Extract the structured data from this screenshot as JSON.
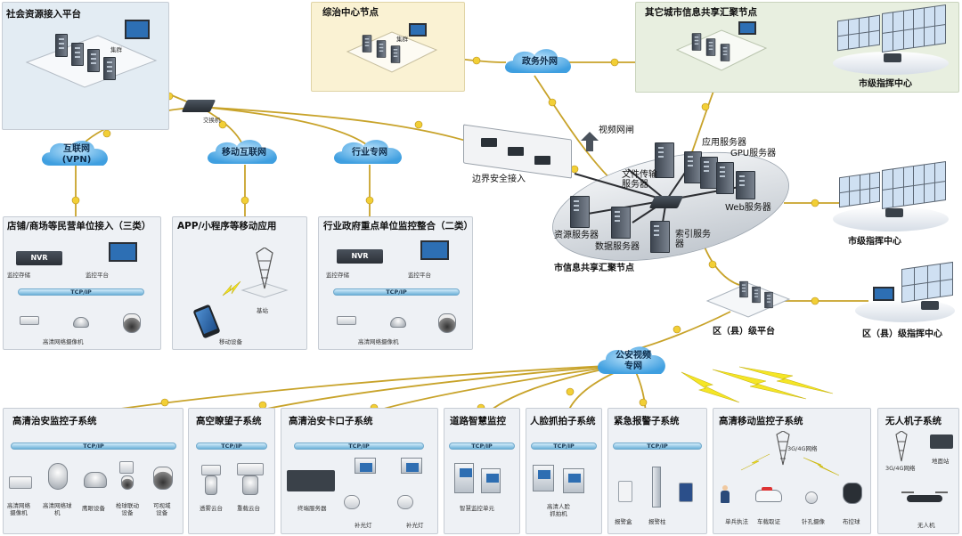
{
  "panels": {
    "social_resources": {
      "title": "社会资源接入平台",
      "switch_label": "交换机",
      "cluster_label": "集群"
    },
    "comprehensive_center": {
      "title": "综治中心节点",
      "cluster_label": "集群"
    },
    "other_city": {
      "title": "其它城市信息共享汇聚节点",
      "command_label": "市级指挥中心"
    },
    "shops": {
      "title": "店铺/商场等民营单位接入（三类）",
      "nvr_label": "NVR",
      "storage_label": "监控存储",
      "platform_label": "监控平台",
      "bus_label": "TCP/IP",
      "camera_label": "高清网络摄像机"
    },
    "app": {
      "title": "APP/小程序等移动应用",
      "station_label": "基站",
      "device_label": "移动设备"
    },
    "industry_gov": {
      "title": "行业政府重点单位监控整合（二类）",
      "nvr_label": "NVR",
      "storage_label": "监控存储",
      "platform_label": "监控平台",
      "bus_label": "TCP/IP",
      "camera_label": "高清网络摄像机"
    }
  },
  "clouds": {
    "internet": "互联网\n(VPN)",
    "mobile": "移动互联网",
    "industry": "行业专网",
    "gov_external": "政务外网",
    "police": "公安视频\n专网"
  },
  "center": {
    "border_access": "边界安全接入",
    "video_gate": "视频网闸",
    "file_server": "文件传输\n服务器",
    "app_server": "应用服务器",
    "gpu_server": "GPU服务器",
    "web_server": "Web服务器",
    "resource_server": "资源服务器",
    "data_server": "数据服务器",
    "index_server": "索引服务\n器",
    "node_label": "市信息共享汇聚节点",
    "city_command": "市级指挥中心",
    "district_platform": "区（县）级平台",
    "district_command": "区（县）级指挥中心"
  },
  "subsystems": [
    {
      "title": "高清治安监控子系统",
      "bus": "TCP/IP",
      "devices": [
        "高清网络\n摄像机",
        "高清网络球\n机",
        "鹰眼设备",
        "枪球联动\n设备",
        "可视域\n设备"
      ]
    },
    {
      "title": "高空瞭望子系统",
      "bus": "TCP/IP",
      "devices": [
        "透雾云台",
        "重载云台"
      ]
    },
    {
      "title": "高清治安卡口子系统",
      "bus": "TCP/IP",
      "devices": [
        "终端服务器",
        "补光灯",
        "补光灯"
      ]
    },
    {
      "title": "道路智慧监控",
      "bus": "TCP/IP",
      "devices": [
        "智慧监控单元"
      ]
    },
    {
      "title": "人脸抓拍子系统",
      "bus": "TCP/IP",
      "devices": [
        "高清人脸\n抓拍机"
      ]
    },
    {
      "title": "紧急报警子系统",
      "bus": "TCP/IP",
      "devices": [
        "报警盒",
        "报警柱"
      ]
    },
    {
      "title": "高清移动监控子系统",
      "network": "3G/4G网络",
      "devices": [
        "单兵执法",
        "车载取证",
        "针孔摄像",
        "布控球"
      ]
    },
    {
      "title": "无人机子系统",
      "network": "3G/4G网络",
      "devices": [
        "地面站",
        "无人机"
      ]
    }
  ],
  "colors": {
    "link": "#c8a32a",
    "panel_blue": "#e3ecf3",
    "panel_yellow": "#faf2d3",
    "panel_green": "#e8efe0",
    "cloud": "#3f9fe0",
    "bus": "#6eb2d9"
  }
}
